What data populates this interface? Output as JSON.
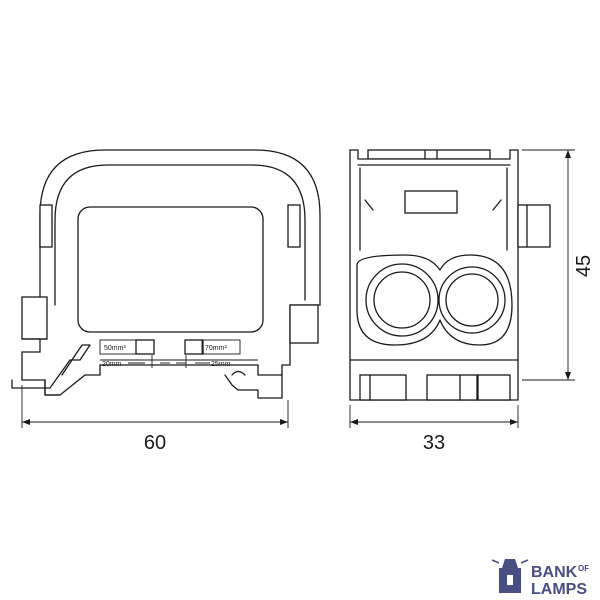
{
  "dimensions": {
    "width_front": "60",
    "width_side": "33",
    "height_side": "45"
  },
  "labels": {
    "cable_left": "50mm²",
    "cable_right": "70mm²",
    "strip_left": "20mm",
    "strip_right": "25mm"
  },
  "logo": {
    "line1": "BANK",
    "line1_small": "OF",
    "line2": "LAMPS",
    "color": "#4a4f82"
  }
}
